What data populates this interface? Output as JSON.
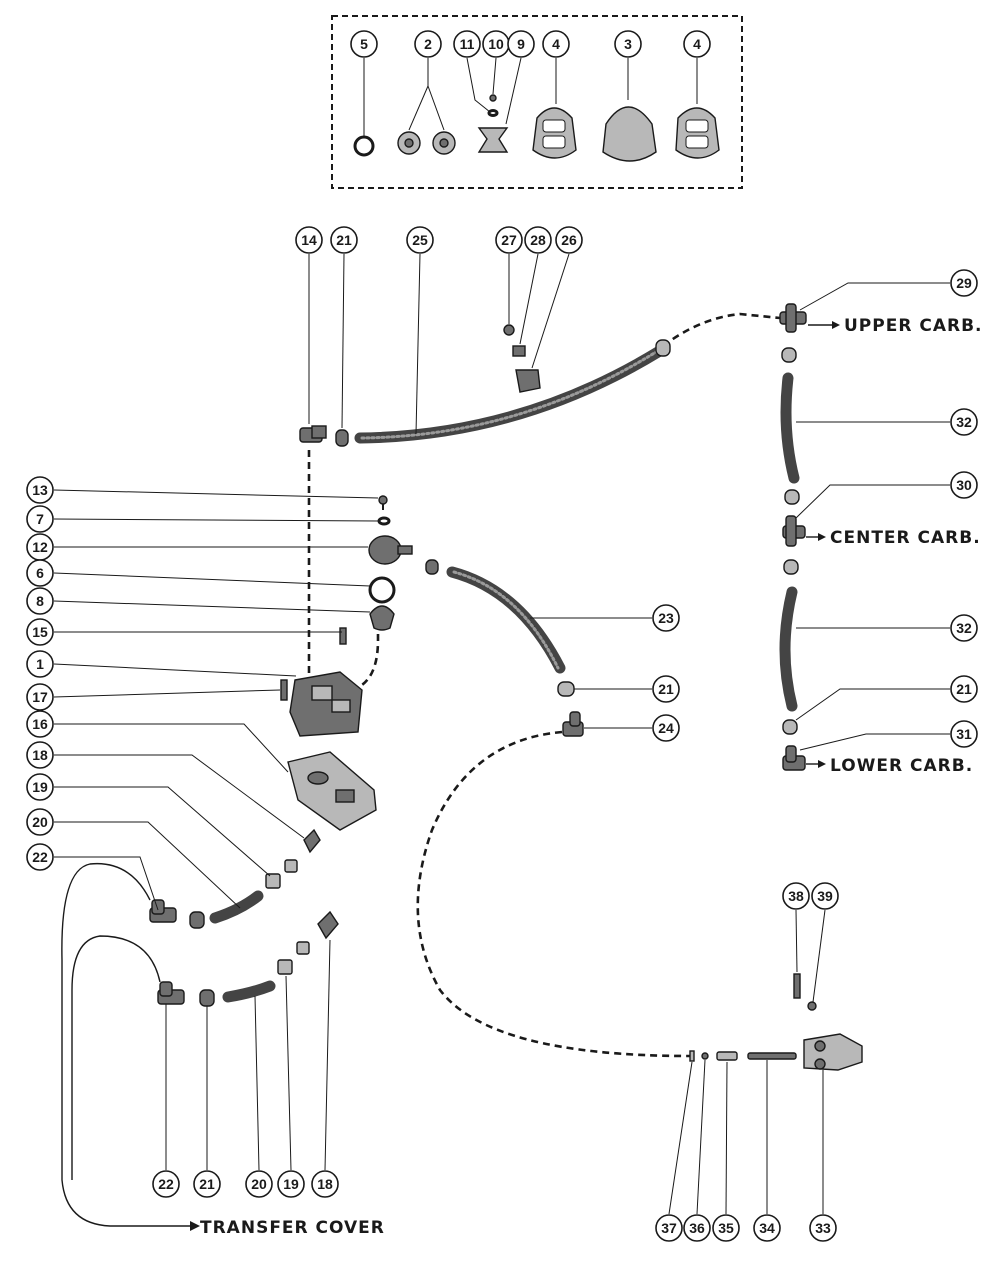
{
  "labels": {
    "upper_carb": "UPPER CARB.",
    "center_carb": "CENTER CARB.",
    "lower_carb": "LOWER CARB.",
    "transfer_cover": "TRANSFER COVER"
  },
  "kit_callouts": [
    "5",
    "2",
    "11",
    "10",
    "9",
    "4",
    "3",
    "4"
  ],
  "callouts": [
    "14",
    "21",
    "25",
    "27",
    "28",
    "26",
    "29",
    "32",
    "30",
    "32",
    "21",
    "31",
    "13",
    "7",
    "12",
    "6",
    "8",
    "15",
    "1",
    "17",
    "16",
    "18",
    "19",
    "20",
    "22",
    "23",
    "21",
    "24",
    "22",
    "21",
    "20",
    "19",
    "18",
    "38",
    "39",
    "37",
    "36",
    "35",
    "34",
    "33"
  ]
}
